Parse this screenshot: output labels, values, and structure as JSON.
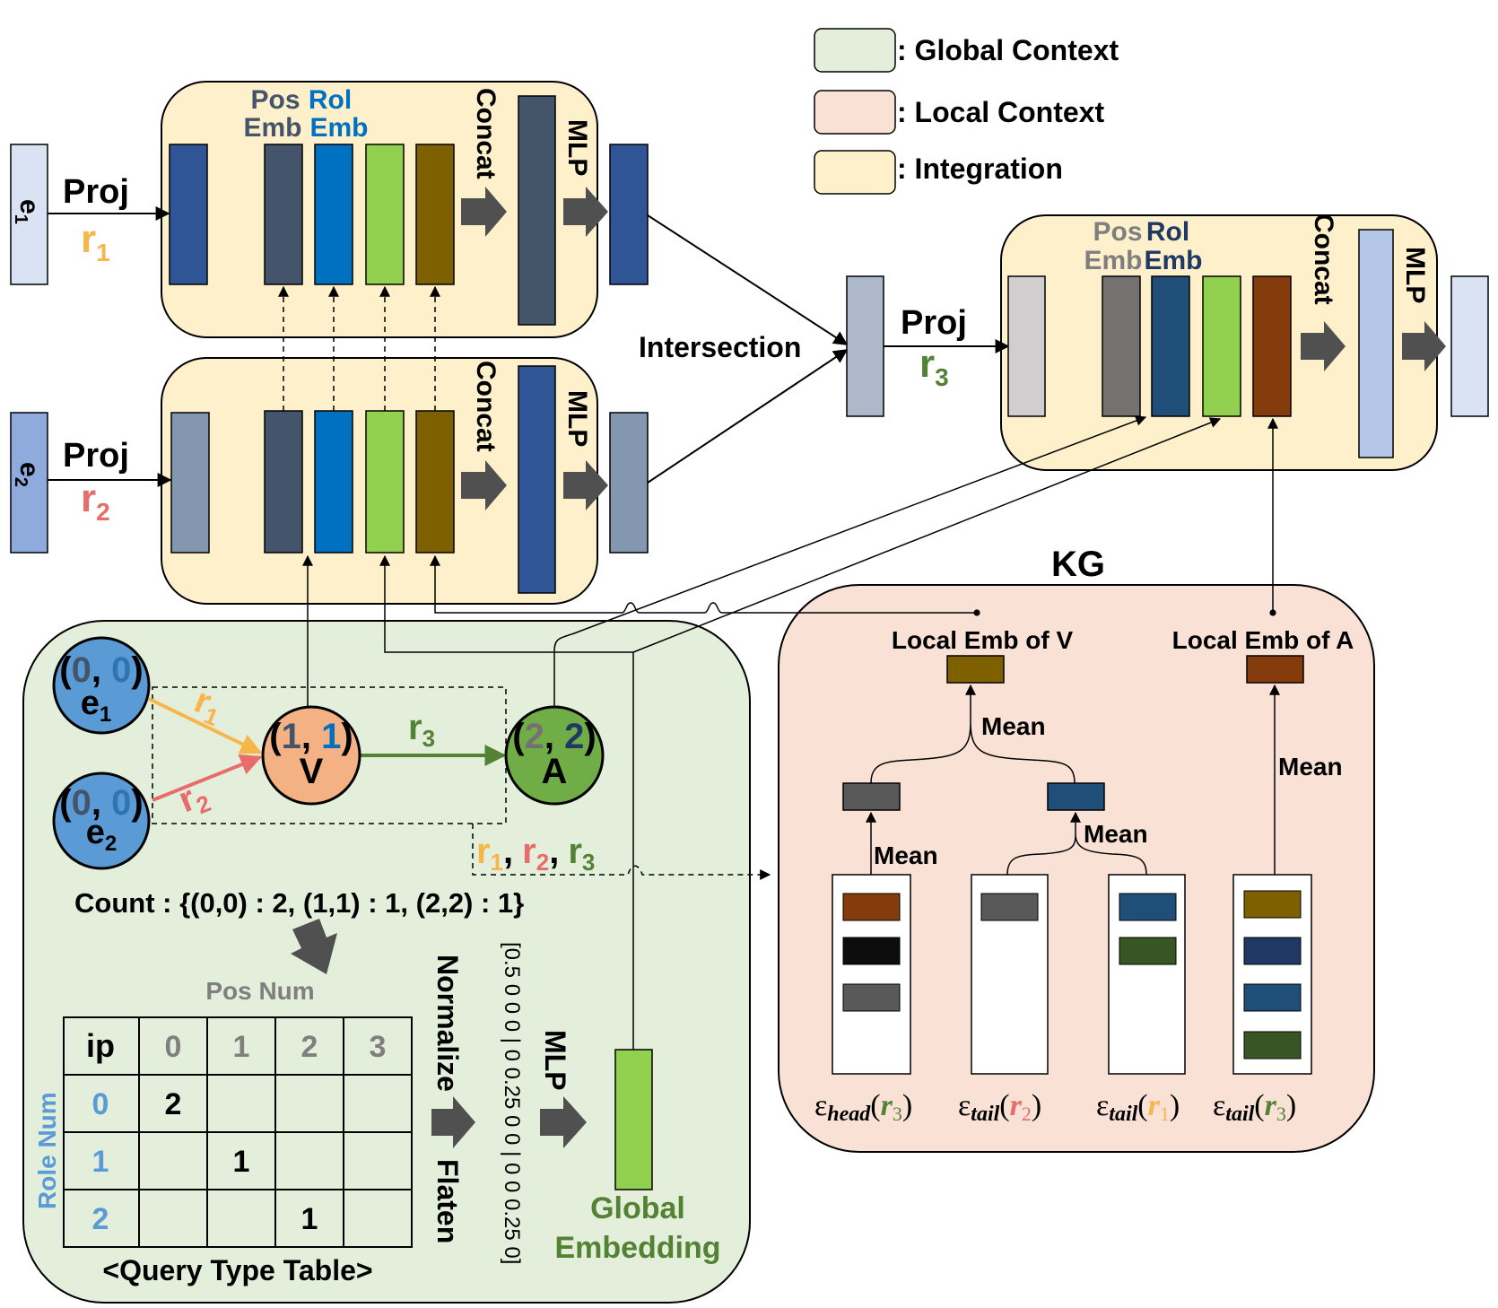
{
  "legend": [
    {
      "label": ": Global Context",
      "color": "#e3efdb"
    },
    {
      "label": ": Local Context",
      "color": "#f9e1d6"
    },
    {
      "label": ": Integration",
      "color": "#fdf0ca"
    }
  ],
  "encoders": {
    "proj": "Proj",
    "pos_emb": [
      "Pos",
      "Emb"
    ],
    "rol_emb": [
      "Rol",
      "Emb"
    ],
    "concat": "Concat",
    "mlp": "MLP",
    "e1": {
      "name": "e",
      "sub": "1",
      "rel": "r",
      "rel_sub": "1"
    },
    "e2": {
      "name": "e",
      "sub": "2",
      "rel": "r",
      "rel_sub": "2"
    },
    "e3": {
      "rel": "r",
      "rel_sub": "3"
    }
  },
  "intersection": "Intersection",
  "kg": {
    "title": "KG",
    "local_v": "Local Emb of V",
    "local_a": "Local Emb of A",
    "mean": "Mean",
    "sets": [
      {
        "base": "ε",
        "pos": "head",
        "rel": "r",
        "rel_sub": "3",
        "color": "#548235"
      },
      {
        "base": "ε",
        "pos": "tail",
        "rel": "r",
        "rel_sub": "2",
        "color": "#e86c6c"
      },
      {
        "base": "ε",
        "pos": "tail",
        "rel": "r",
        "rel_sub": "1",
        "color": "#f6b64a"
      },
      {
        "base": "ε",
        "pos": "tail",
        "rel": "r",
        "rel_sub": "3",
        "color": "#548235"
      }
    ]
  },
  "query_graph": {
    "nodes": [
      {
        "id": "e1",
        "pos": "0",
        "role": "0",
        "label": "e",
        "sub": "1"
      },
      {
        "id": "e2",
        "pos": "0",
        "role": "0",
        "label": "e",
        "sub": "2"
      },
      {
        "id": "V",
        "pos": "1",
        "role": "1",
        "label": "V"
      },
      {
        "id": "A",
        "pos": "2",
        "role": "2",
        "label": "A"
      }
    ],
    "edges": [
      {
        "label": "r",
        "sub": "1",
        "color": "#f6b64a"
      },
      {
        "label": "r",
        "sub": "2",
        "color": "#e86c6c"
      },
      {
        "label": "r",
        "sub": "3",
        "color": "#548235"
      }
    ],
    "relations_comma": ","
  },
  "count": "Count : {(0,0) : 2, (1,1) : 1, (2,2) : 1}",
  "table": {
    "pos_num": "Pos Num",
    "role_num": "Role Num",
    "corner": "ip",
    "col_headers": [
      "0",
      "1",
      "2",
      "3"
    ],
    "row_headers": [
      "0",
      "1",
      "2"
    ],
    "cells": [
      [
        "2",
        "",
        "",
        ""
      ],
      [
        "",
        "1",
        "",
        ""
      ],
      [
        "",
        "",
        "1",
        ""
      ]
    ],
    "caption": "<Query Type Table>"
  },
  "normalize": "Normalize",
  "flaten": "Flaten",
  "vector": "[0.5 0 0 0 | 0 0.25 0 0 | 0 0 0.25 0]",
  "global_mlp": "MLP",
  "global_embedding": [
    "Global",
    "Embedding"
  ],
  "colors": {
    "global_bg": "#e3efdb",
    "local_bg": "#f9e1d6",
    "integration_bg": "#fdf0ca",
    "arrow": "#505050"
  }
}
